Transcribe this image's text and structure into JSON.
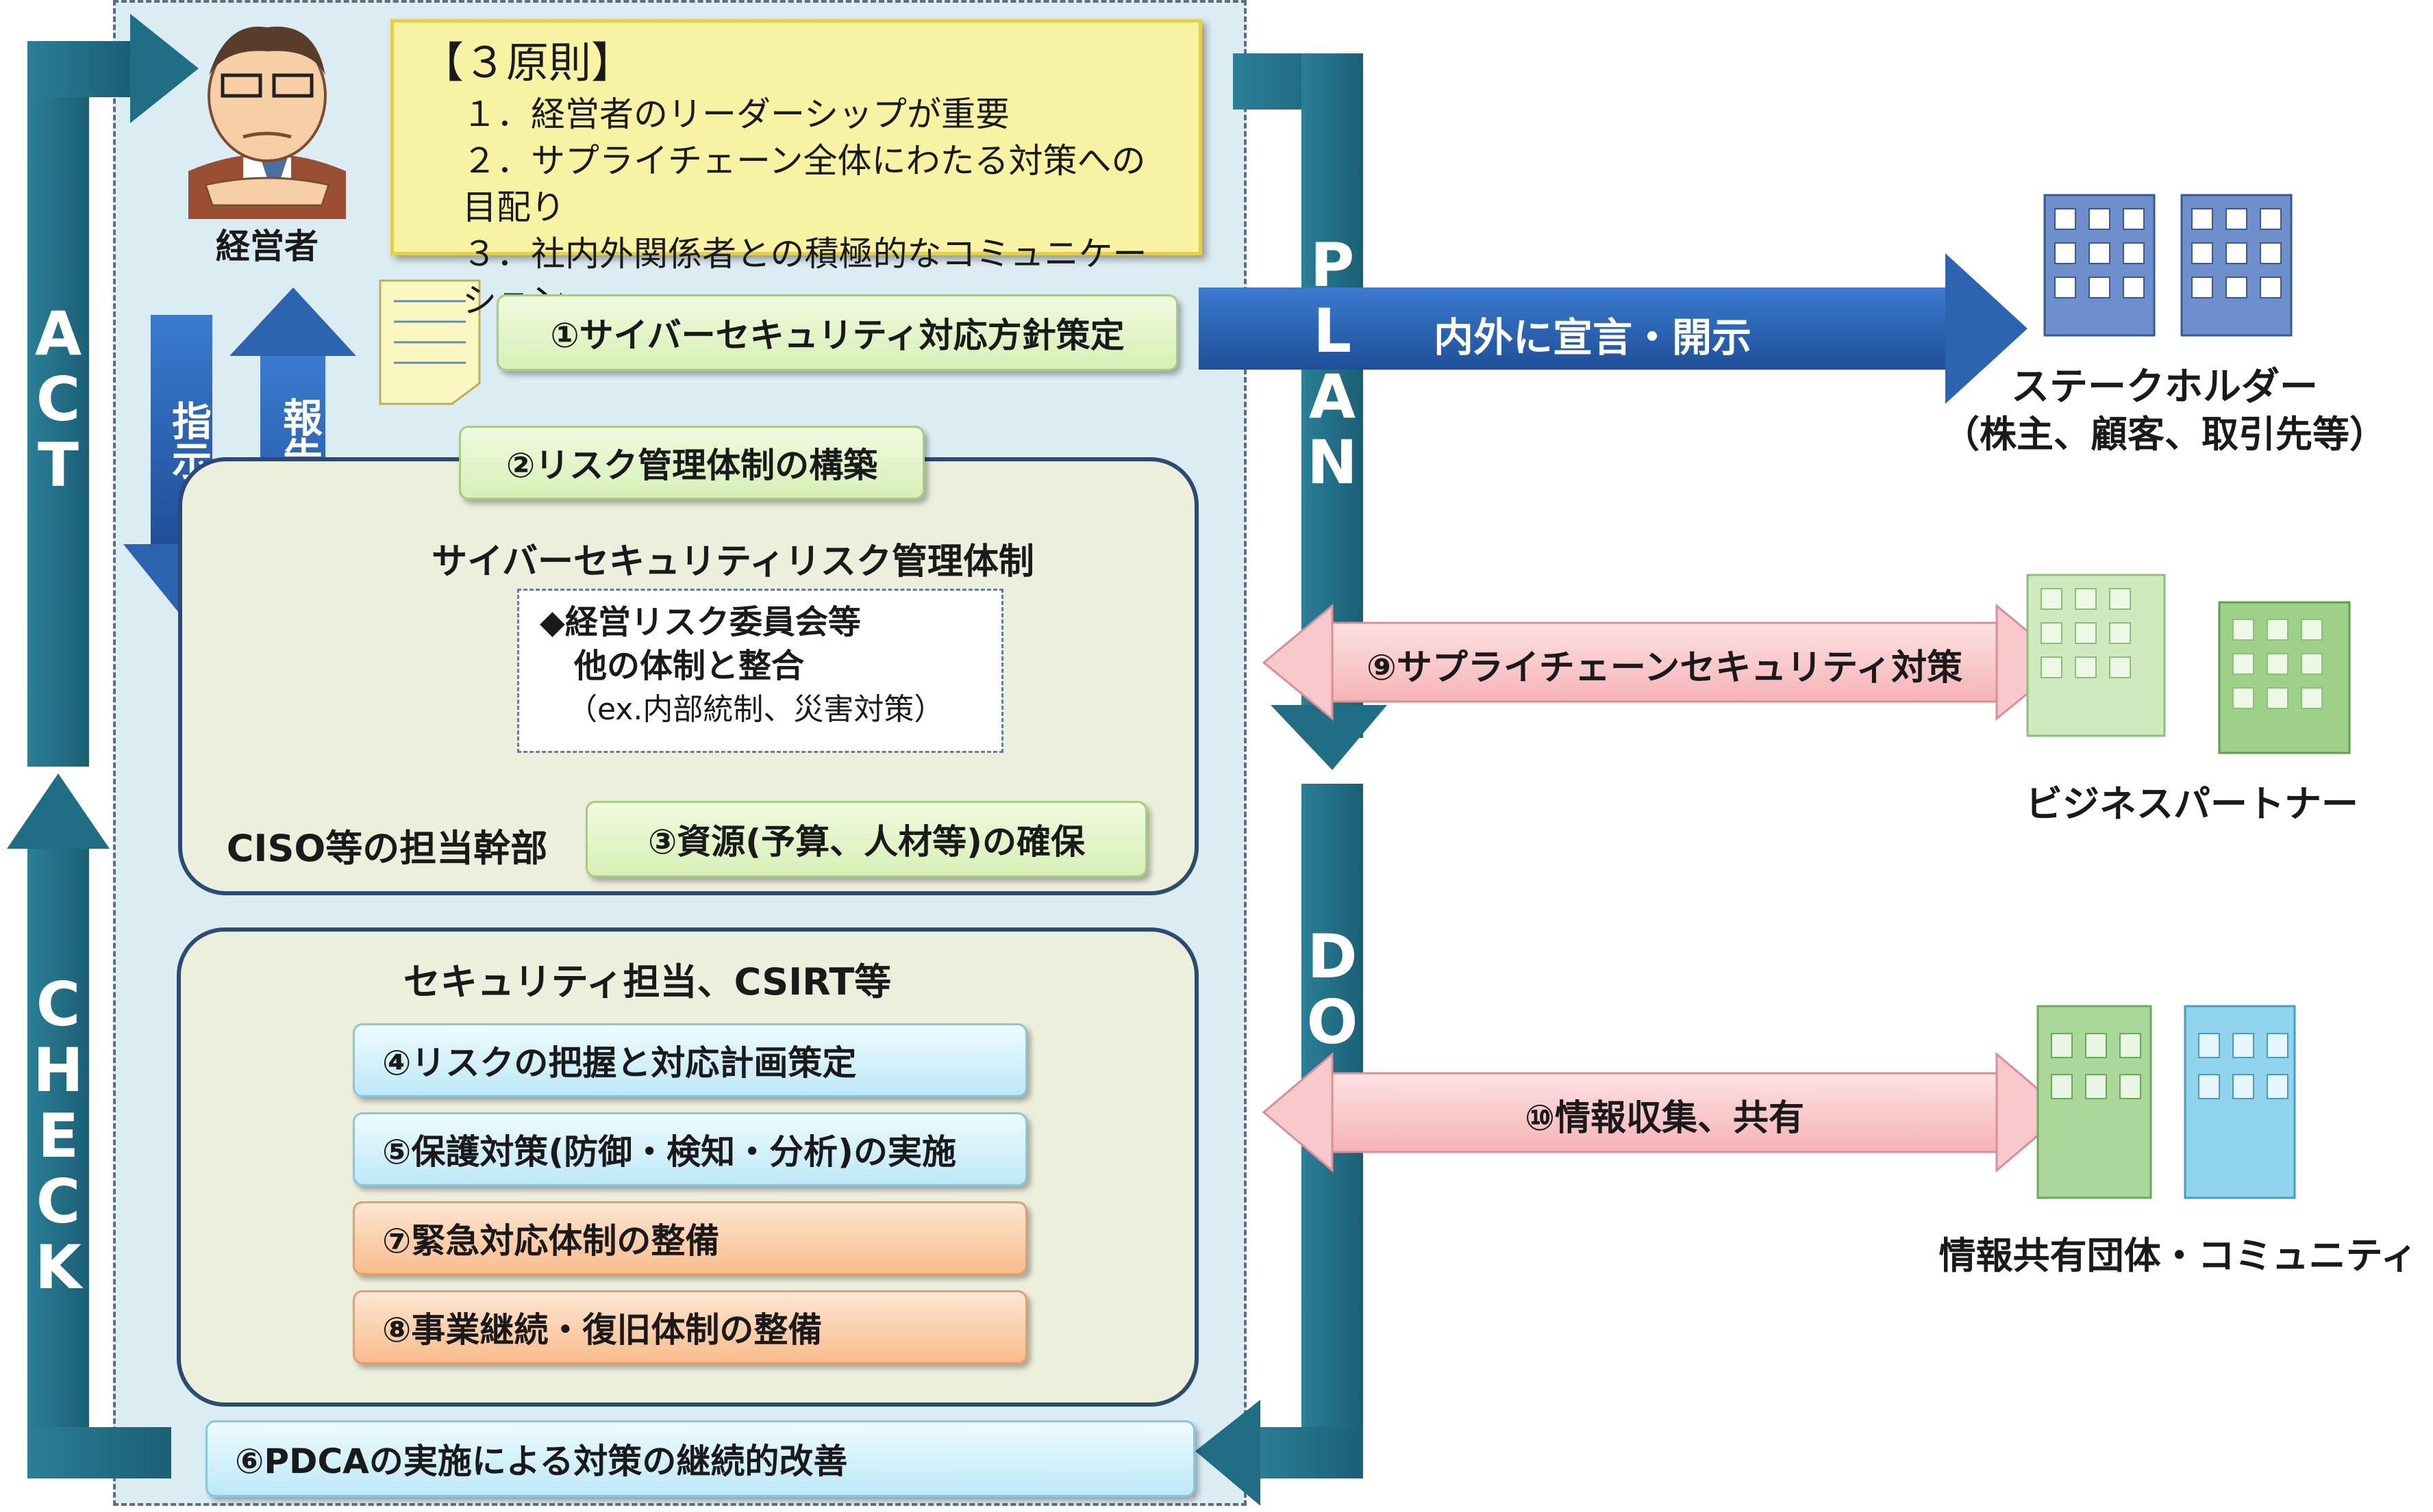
{
  "principles": {
    "title": "【３原則】",
    "lines": [
      "１．経営者のリーダーシップが重要",
      "２．サプライチェーン全体にわたる対策への目配り",
      "３．社内外関係者との積極的なコミュニケーション"
    ]
  },
  "roles": {
    "executive": "経営者",
    "ciso": "CISO等の担当幹部",
    "security_team": "セキュリティ担当、CSIRT等"
  },
  "arrows": {
    "instruct": "指示",
    "report": "報告",
    "declare": "内外に宣言・開示",
    "supply_chain": "⑨サプライチェーンセキュリティ対策",
    "info_sharing": "⑩情報収集、共有"
  },
  "cycle": {
    "act": [
      "A",
      "C",
      "T"
    ],
    "check": [
      "C",
      "H",
      "E",
      "C",
      "K"
    ],
    "plan": [
      "P",
      "L",
      "A",
      "N"
    ],
    "do": [
      "D",
      "O"
    ]
  },
  "steps": {
    "s1": "①サイバーセキュリティ対応方針策定",
    "s2": "②リスク管理体制の構築",
    "s3": "③資源(予算、人材等)の確保",
    "s4": "④リスクの把握と対応計画策定",
    "s5": "⑤保護対策(防御・検知・分析)の実施",
    "s6": "⑥PDCAの実施による対策の継続的改善",
    "s7": "⑦緊急対応体制の整備",
    "s8": "⑧事業継続・復旧体制の整備"
  },
  "risk_system": {
    "title": "サイバーセキュリティリスク管理体制",
    "line1": "◆経営リスク委員会等",
    "line2": "他の体制と整合",
    "line3": "（ex.内部統制、災害対策）"
  },
  "external": {
    "stakeholder": "ステークホルダー",
    "stakeholder_sub": "（株主、顧客、取引先等）",
    "partner": "ビジネスパートナー",
    "community": "情報共有団体・コミュニティ"
  },
  "colors": {
    "cycle_arrow": "#1f6e86",
    "blue_arrow": "#2c64b0",
    "pink_arrow": "#f8c9cc",
    "main_bg": "#dcecf3"
  }
}
